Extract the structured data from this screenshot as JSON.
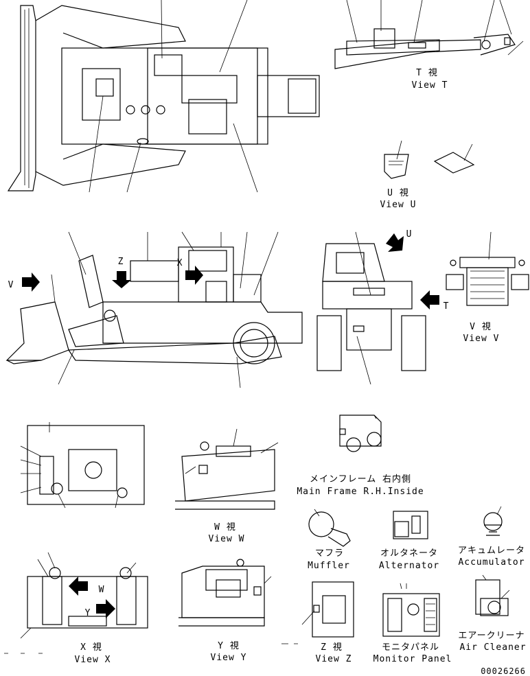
{
  "views": {
    "t": {
      "jp": "T 視",
      "en": "View T"
    },
    "u": {
      "jp": "U 視",
      "en": "View U"
    },
    "v": {
      "jp": "V 視",
      "en": "View V"
    },
    "w": {
      "jp": "W 視",
      "en": "View W"
    },
    "x": {
      "jp": "X 視",
      "en": "View X"
    },
    "y": {
      "jp": "Y 視",
      "en": "View Y"
    },
    "z": {
      "jp": "Z 視",
      "en": "View Z"
    }
  },
  "parts": {
    "main_frame": {
      "jp": "メインフレーム 右内側",
      "en": "Main Frame R.H.Inside"
    },
    "muffler": {
      "jp": "マフラ",
      "en": "Muffler"
    },
    "alternator": {
      "jp": "オルタネータ",
      "en": "Alternator"
    },
    "accumulator": {
      "jp": "アキュムレータ",
      "en": "Accumulator"
    },
    "monitor_panel": {
      "jp": "モニタパネル",
      "en": "Monitor Panel"
    },
    "air_cleaner": {
      "jp": "エアークリーナ",
      "en": "Air Cleaner"
    }
  },
  "arrow_letters": {
    "v": "V",
    "z": "Z",
    "x": "X",
    "u": "U",
    "t": "T",
    "w": "W",
    "y": "Y"
  },
  "drawing_number": "00026266"
}
